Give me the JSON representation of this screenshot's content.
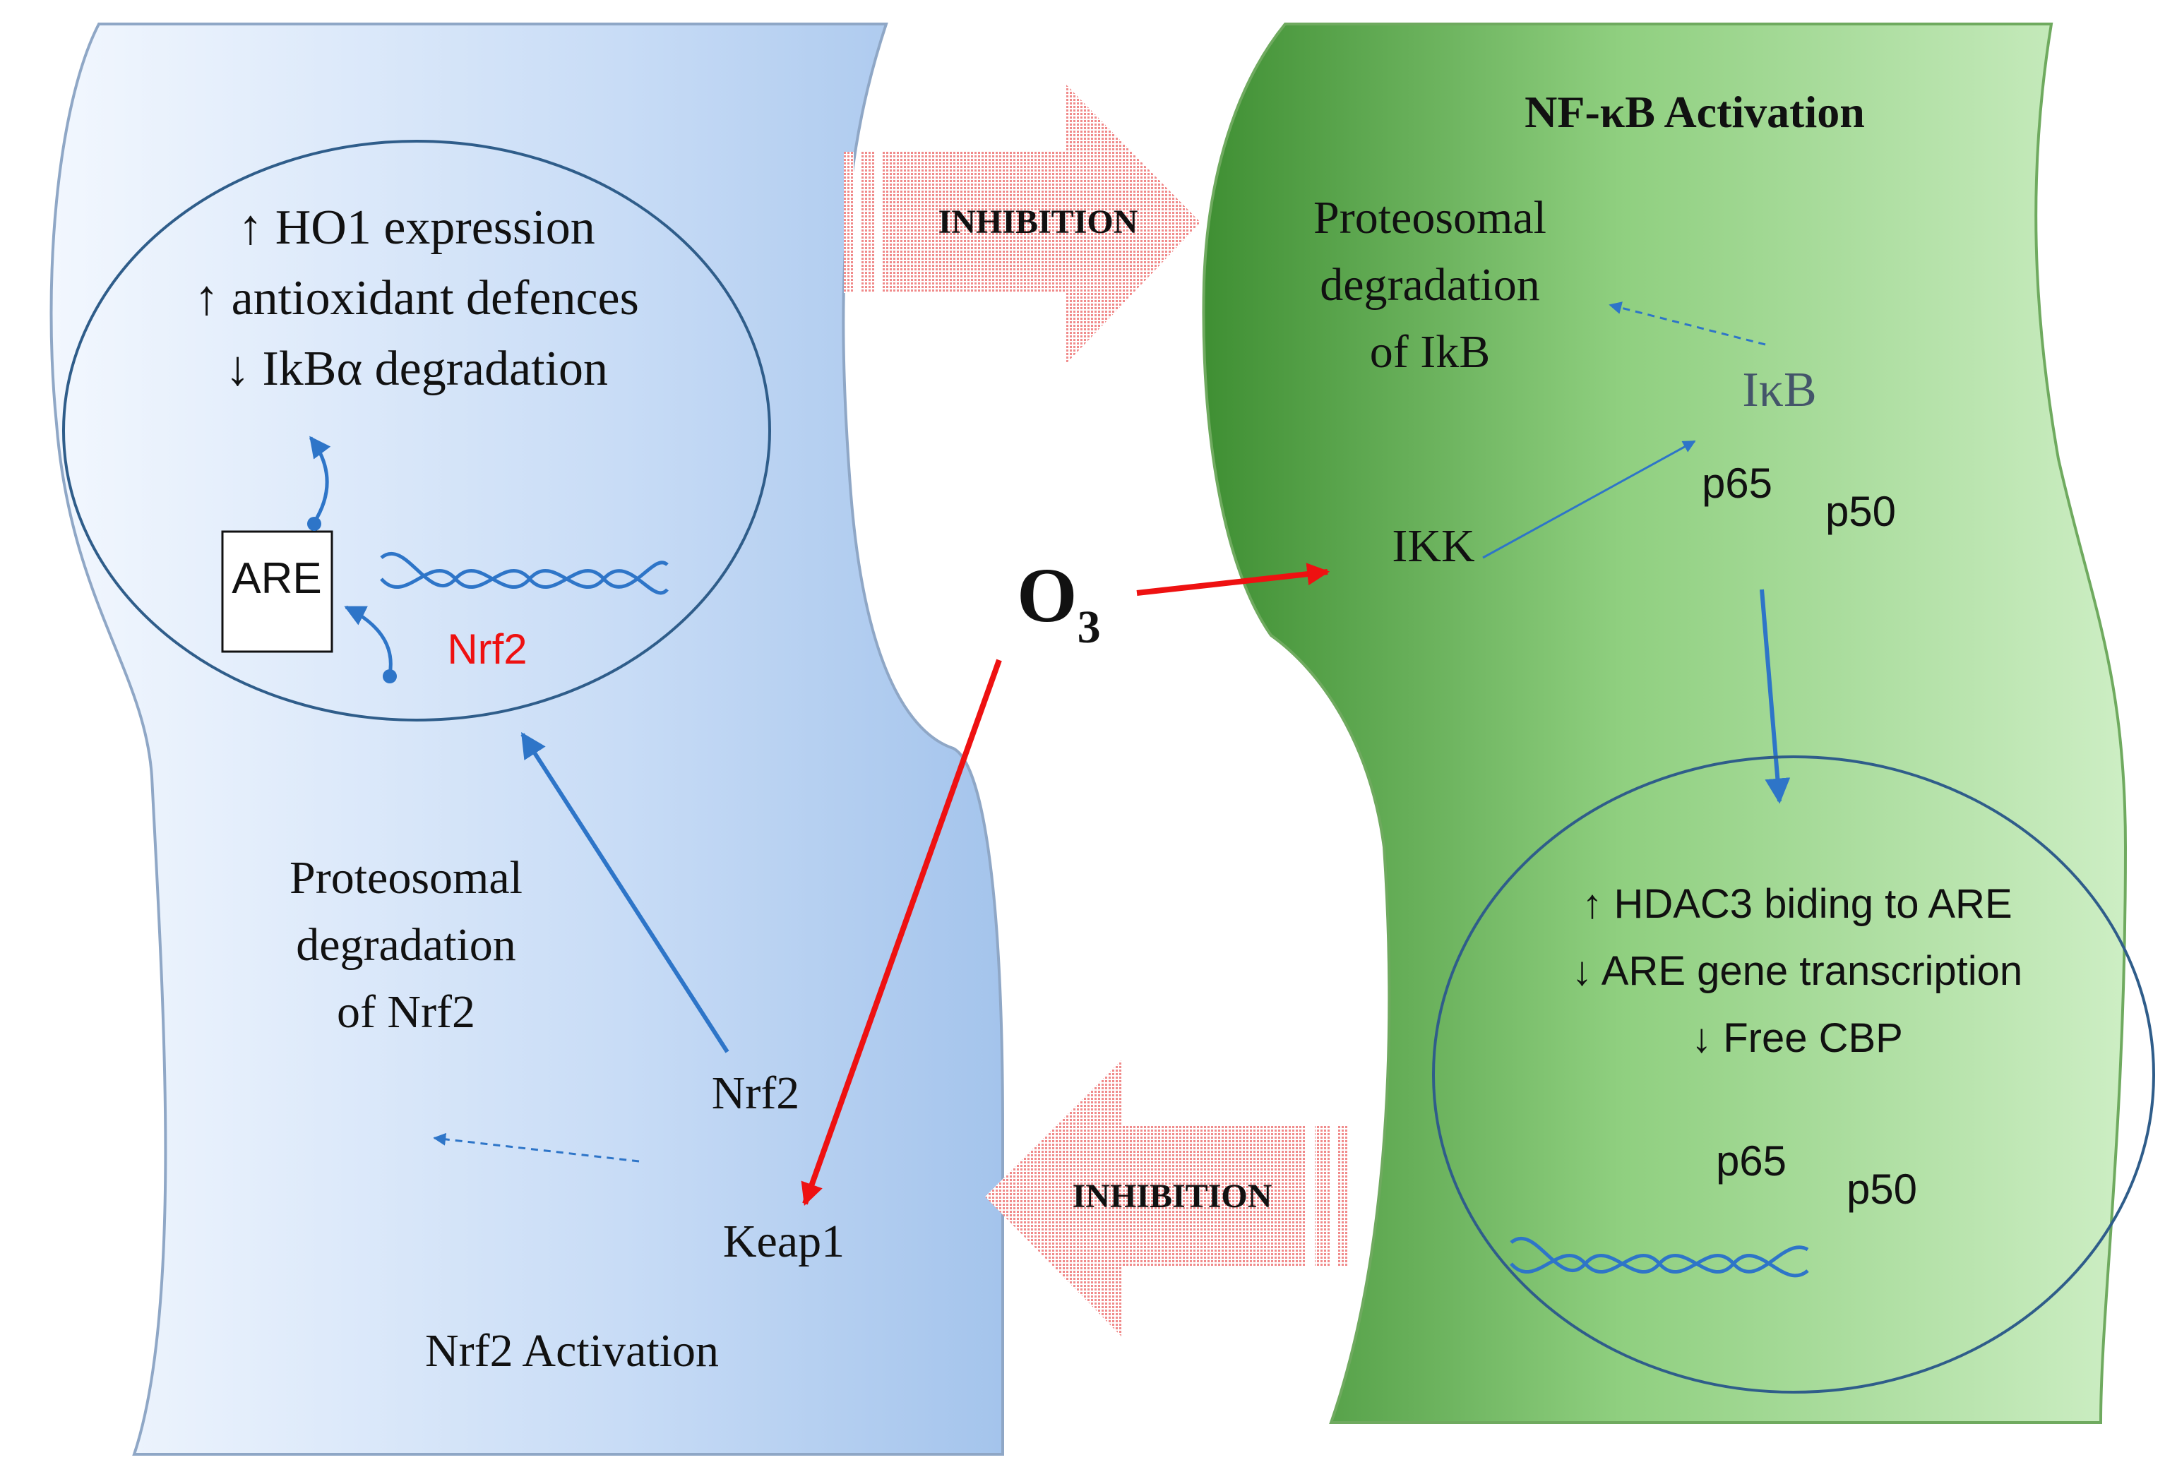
{
  "left_panel": {
    "nucleus_lines": [
      "↑ HO1 expression",
      "↑ antioxidant defences",
      "↓ IkBα degradation"
    ],
    "are_box": "ARE",
    "nrf2_nuclear": "Nrf2",
    "proteosomal_lines": [
      "Proteosomal",
      "degradation",
      "of Nrf2"
    ],
    "nrf2": "Nrf2",
    "keap1": "Keap1",
    "title": "Nrf2 Activation"
  },
  "right_panel": {
    "title": "NF-κB Activation",
    "proteosomal_lines": [
      "Proteosomal",
      "degradation",
      "of IkB"
    ],
    "ikb": "IκB",
    "p65_top": "p65",
    "p50_top": "p50",
    "ikk": "IKK",
    "nucleus_lines": [
      "↑ HDAC3 biding to ARE",
      "↓ ARE gene transcription",
      "↓ Free CBP"
    ],
    "p65_bottom": "p65",
    "p50_bottom": "p50"
  },
  "ozone": {
    "base": "O",
    "subscript": "3"
  },
  "inhibition_top": "INHIBITION",
  "inhibition_bottom": "INHIBITION",
  "colors": {
    "blue_panel_light": "#e8f1fc",
    "blue_panel_dark": "#a9c8ee",
    "green_panel_dark": "#4a9a3c",
    "green_panel_light": "#c9ecbf",
    "nucleus_outline": "#2f5d8a",
    "arrow_blue": "#2e75c8",
    "arrow_red": "#ee1111",
    "inhibit_arrow": "#f28c8c",
    "nrf2_red": "#ee1111"
  }
}
